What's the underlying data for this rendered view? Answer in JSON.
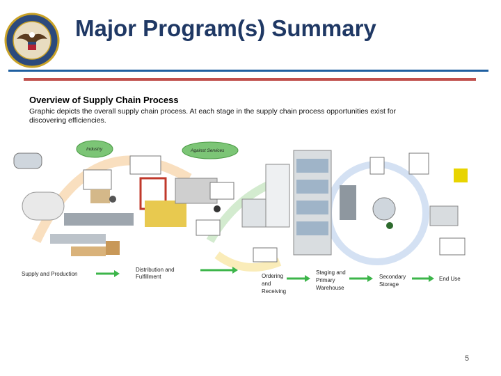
{
  "header": {
    "title": "Major Program(s) Summary"
  },
  "content": {
    "subtitle": "Overview of Supply Chain Process",
    "description": "Graphic depicts the overall supply chain process. At each stage in the supply chain process opportunities exist for discovering efficiencies."
  },
  "diagram": {
    "bubbles": [
      "Industry",
      "Against Services"
    ],
    "stage_labels": {
      "supply": "Supply and Production",
      "distribution": [
        "Distribution and",
        "Fulfillment"
      ],
      "ordering": [
        "Ordering",
        "and",
        "Receiving"
      ],
      "staging": [
        "Staging and",
        "Primary",
        "Warehouse"
      ],
      "secondary": [
        "Secondary",
        "Storage"
      ],
      "end_use": "End Use"
    },
    "colors": {
      "arrow": "#3cb54a",
      "title": "#1f3864",
      "blue_rule": "#1f5fa0",
      "red_rule": "#c0504d"
    }
  },
  "footer": {
    "page_number": "5"
  }
}
